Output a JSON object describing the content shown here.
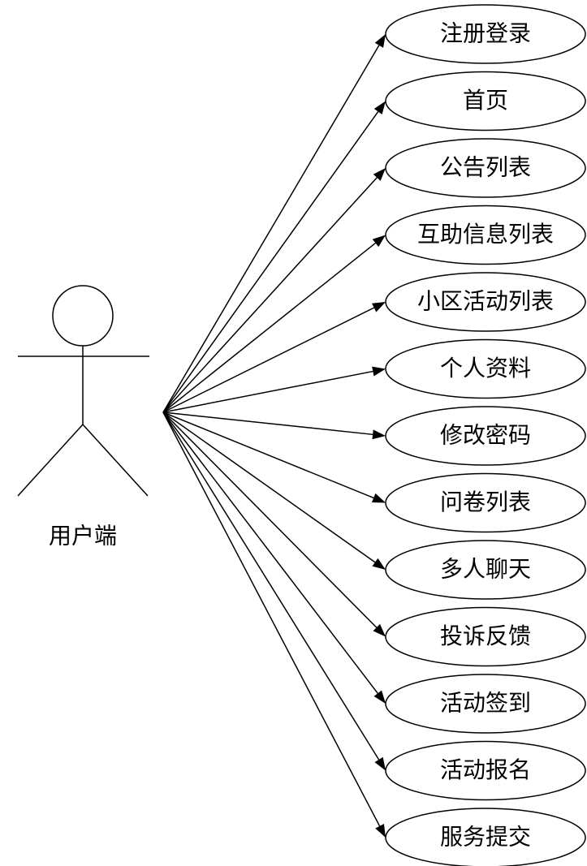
{
  "actor": {
    "label": "用户端"
  },
  "use_cases": [
    "注册登录",
    "首页",
    "公告列表",
    "互助信息列表",
    "小区活动列表",
    "个人资料",
    "修改密码",
    "问卷列表",
    "多人聊天",
    "投诉反馈",
    "活动签到",
    "活动报名",
    "服务提交"
  ],
  "colors": {
    "line": "#000000",
    "background": "#ffffff"
  }
}
